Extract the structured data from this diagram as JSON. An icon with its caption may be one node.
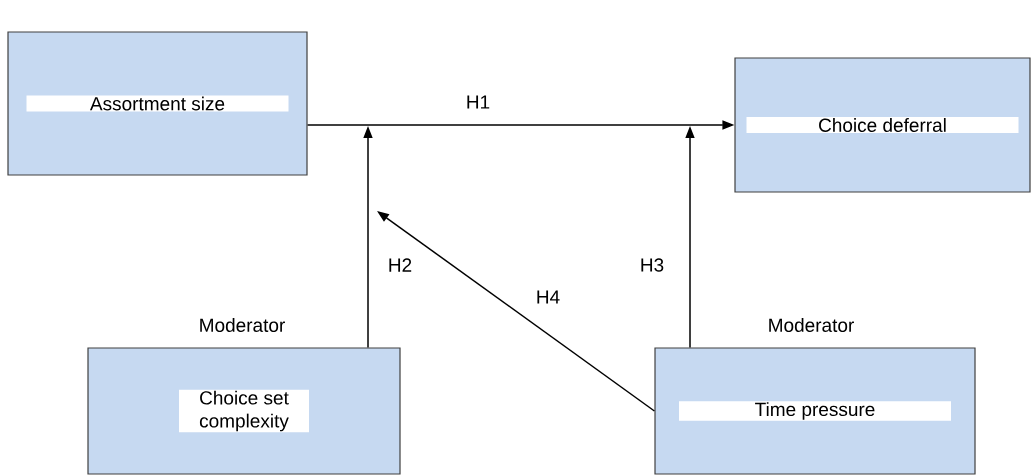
{
  "diagram": {
    "nodes": [
      {
        "text": [
          "Assortment size"
        ]
      },
      {
        "text": [
          "Choice deferral"
        ]
      },
      {
        "text": [
          "Choice set complexity"
        ],
        "beside": [
          "Moderator"
        ]
      },
      {
        "text": [
          "Time pressure"
        ],
        "beside": [
          "Moderator"
        ]
      }
    ],
    "edges": [
      {
        "from": 0,
        "to": 1,
        "arrow": "to",
        "label": "H1"
      },
      {
        "from": 2,
        "to": null,
        "arrow": "to",
        "label": "H2"
      },
      {
        "from": 3,
        "to": null,
        "arrow": "to",
        "label": "H3"
      },
      {
        "from": 3,
        "to": null,
        "arrow": "to",
        "label": "H4"
      }
    ]
  }
}
